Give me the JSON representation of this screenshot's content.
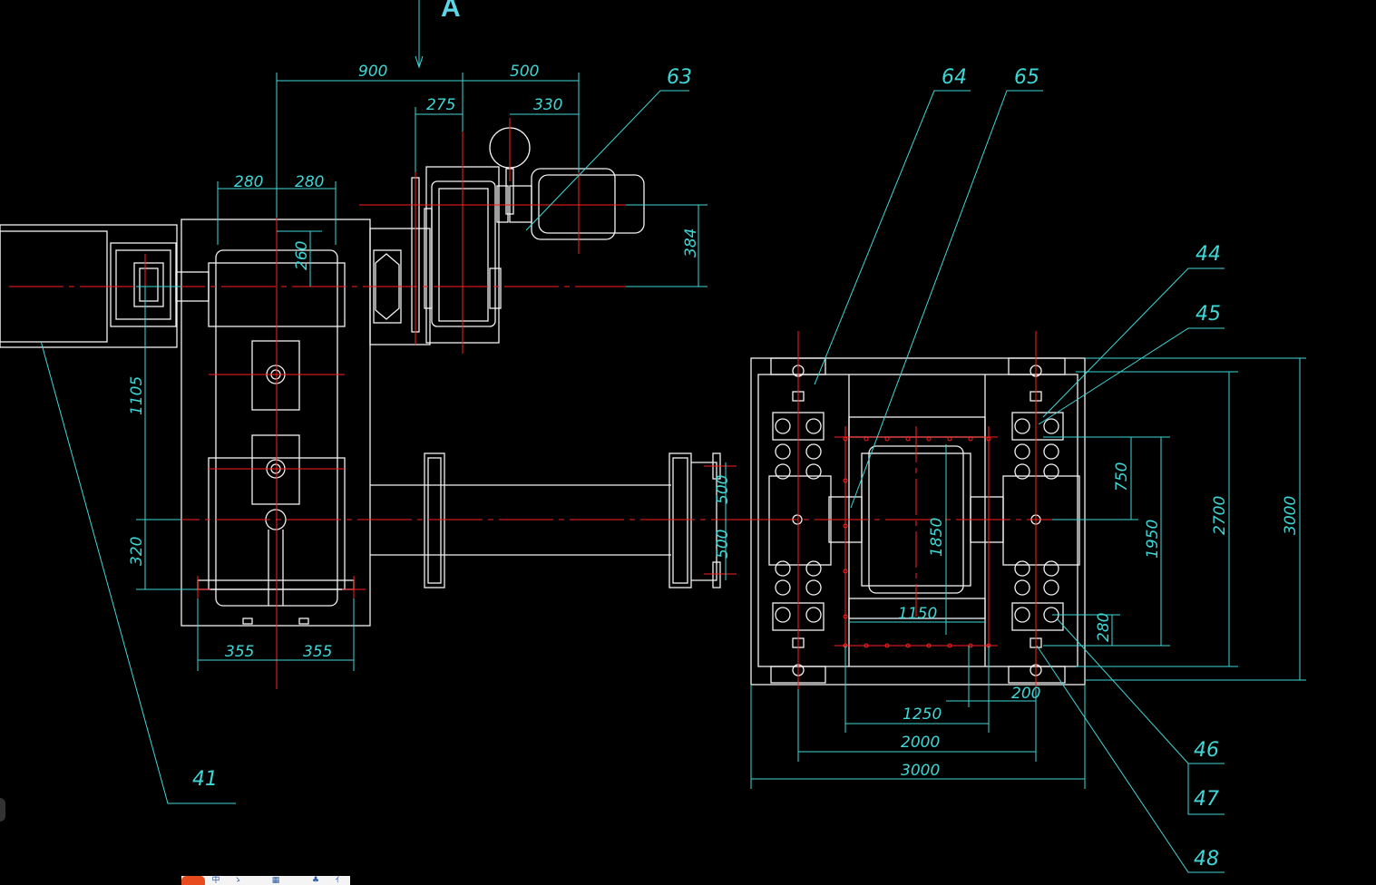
{
  "drawing": {
    "view_label": "A",
    "dimensions": {
      "d900": "900",
      "d500_top": "500",
      "d275": "275",
      "d330": "330",
      "d280_l": "280",
      "d280_r": "280",
      "d260": "260",
      "d384": "384",
      "d1105": "1105",
      "d320": "320",
      "d355_l": "355",
      "d355_r": "355",
      "d500_a": "500",
      "d500_b": "500",
      "d1850": "1850",
      "d1150": "1150",
      "d750": "750",
      "d1950": "1950",
      "d2700": "2700",
      "d3000_v": "3000",
      "d280_s": "280",
      "d200": "200",
      "d1250": "1250",
      "d2000": "2000",
      "d3000_h": "3000"
    },
    "leaders": {
      "p41": "41",
      "p44": "44",
      "p45": "45",
      "p46": "46",
      "p47": "47",
      "p48": "48",
      "p63": "63",
      "p64": "64",
      "p65": "65"
    }
  },
  "colors": {
    "background": "#000000",
    "geometry": "#f2f2f2",
    "centerline": "#ff2020",
    "dimension": "#3fd6d6"
  },
  "taskbar": {
    "icons": [
      "中",
      "ゝ",
      "▦",
      "♣",
      "ｲ"
    ]
  }
}
